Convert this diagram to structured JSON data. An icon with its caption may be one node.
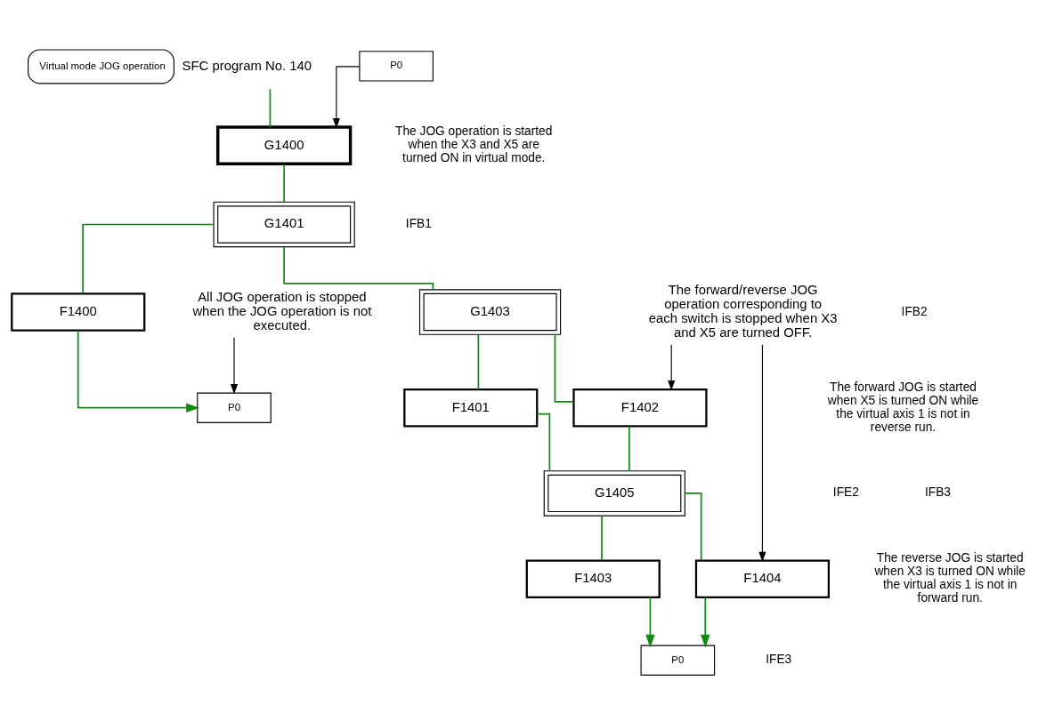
{
  "diagram": {
    "nodes": [
      {
        "text": [
          "Virtual mode JOG operation"
        ],
        "beside": [
          "SFC program No. 140"
        ]
      },
      {
        "text": [
          "P0"
        ]
      },
      {
        "text": [
          "G1400"
        ]
      },
      {
        "text": [
          "G1401"
        ]
      },
      {
        "text": [
          "F1400"
        ]
      },
      {
        "text": [
          "P0"
        ]
      },
      {
        "text": [
          "G1403"
        ]
      },
      {
        "text": [
          "F1401"
        ]
      },
      {
        "text": [
          "F1402"
        ]
      },
      {
        "text": [
          "G1405"
        ]
      },
      {
        "text": [
          "F1403"
        ]
      },
      {
        "text": [
          "F1404"
        ]
      },
      {
        "text": [
          "P0"
        ]
      },
      {
        "text": [
          "All JOG operation is stopped when the JOG operation is not executed."
        ]
      },
      {
        "text": [
          "The forward/reverse JOG operation corresponding to each switch is stopped when X3 and X5 are turned OFF."
        ]
      }
    ],
    "edges": [
      {
        "from": 0,
        "to": 2,
        "arrow": "none"
      },
      {
        "from": 1,
        "to": 2,
        "arrow": "to",
        "color": "#000000"
      },
      {
        "from": 2,
        "to": 3,
        "arrow": "none"
      },
      {
        "from": 3,
        "to": 6,
        "arrow": "none"
      },
      {
        "from": 3,
        "to": 4,
        "arrow": "none"
      },
      {
        "from": 4,
        "to": 5,
        "arrow": "to"
      },
      {
        "from": 6,
        "to": 7,
        "arrow": "none"
      },
      {
        "from": 6,
        "to": 8,
        "arrow": "none"
      },
      {
        "from": 7,
        "to": 9,
        "arrow": "none"
      },
      {
        "from": 8,
        "to": 9,
        "arrow": "none"
      },
      {
        "from": 9,
        "to": 10,
        "arrow": "none"
      },
      {
        "from": 9,
        "to": 11,
        "arrow": "none"
      },
      {
        "from": 10,
        "to": 12,
        "arrow": "to"
      },
      {
        "from": 11,
        "to": 12,
        "arrow": "to"
      },
      {
        "from": 13,
        "to": 5,
        "arrow": "to",
        "color": "#000000"
      },
      {
        "from": 14,
        "to": 8,
        "arrow": "to",
        "color": "#000000"
      },
      {
        "from": 14,
        "to": 11,
        "arrow": "to",
        "color": "#000000"
      }
    ],
    "labels": [
      "The JOG operation is started when the X3 and X5 are turned ON in virtual mode.",
      "IFB1",
      "IFB2",
      "The forward JOG is started when X5 is turned ON while the virtual axis 1 is not in reverse run.",
      "IFE2",
      "IFB3",
      "The reverse JOG is started when X3 is turned ON while the virtual axis 1 is not in forward run.",
      "IFE3"
    ]
  }
}
